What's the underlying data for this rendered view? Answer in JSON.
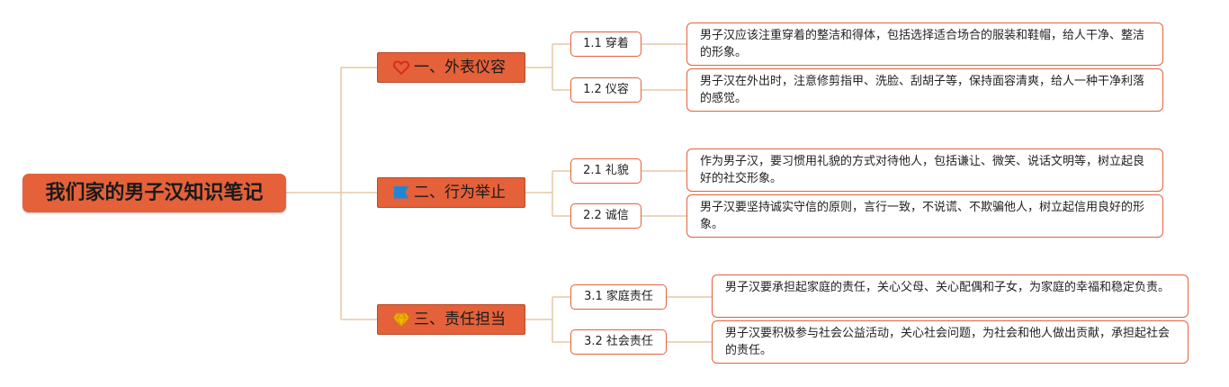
{
  "root": {
    "title": "我们家的男子汉知识笔记"
  },
  "branches": [
    {
      "title": "一、外表仪容",
      "icon": "heart-icon",
      "children": [
        {
          "label": "1.1 穿着",
          "desc": "男子汉应该注重穿着的整洁和得体，包括选择适合场合的服装和鞋帽，给人干净、整洁的形象。"
        },
        {
          "label": "1.2 仪容",
          "desc": "男子汉在外出时，注意修剪指甲、洗脸、刮胡子等，保持面容清爽，给人一种干净利落的感觉。"
        }
      ]
    },
    {
      "title": "二、行为举止",
      "icon": "flag-icon",
      "children": [
        {
          "label": "2.1 礼貌",
          "desc": "作为男子汉，要习惯用礼貌的方式对待他人，包括谦让、微笑、说话文明等，树立起良好的社交形象。"
        },
        {
          "label": "2.2 诚信",
          "desc": "男子汉要坚持诚实守信的原则，言行一致，不说谎、不欺骗他人，树立起信用良好的形象。"
        }
      ]
    },
    {
      "title": "三、责任担当",
      "icon": "diamond-icon",
      "children": [
        {
          "label": "3.1 家庭责任",
          "desc": "男子汉要承担起家庭的责任，关心父母、关心配偶和子女，为家庭的幸福和稳定负责。"
        },
        {
          "label": "3.2 社会责任",
          "desc": "男子汉要积极参与社会公益活动，关心社会问题，为社会和他人做出贡献，承担起社会的责任。"
        }
      ]
    }
  ],
  "colors": {
    "node_fill": "#e4613a",
    "connector": "#e6c9a3",
    "heart": "#d92b1f",
    "flag": "#1f86d6",
    "diamond": "#f4b400"
  }
}
